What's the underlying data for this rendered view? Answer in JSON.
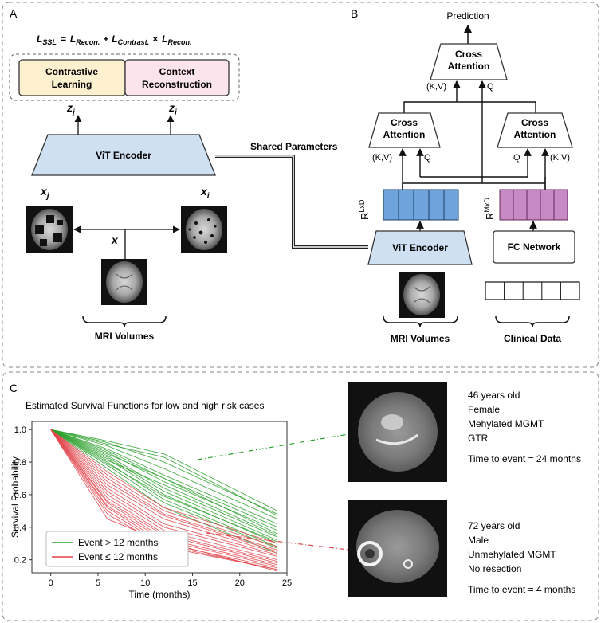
{
  "panels": {
    "a": "A",
    "b": "B",
    "c": "C"
  },
  "panel_a": {
    "loss": {
      "lhs": "L",
      "lhs_sub": "SSL",
      "eq": "=",
      "t1": "L",
      "t1_sub": "Recon.",
      "plus": "+",
      "t2": "L",
      "t2_sub": "Contrast.",
      "times": "×",
      "t3": "L",
      "t3_sub": "Recon."
    },
    "contrastive_label_1": "Contrastive",
    "contrastive_label_2": "Learning",
    "context_label_1": "Context",
    "context_label_2": "Reconstruction",
    "zj": "z",
    "zj_sub": "j",
    "zi": "z",
    "zi_sub": "i",
    "vit_encoder": "ViT Encoder",
    "xj": "x",
    "xj_sub": "j",
    "xi": "x",
    "xi_sub": "i",
    "x": "x",
    "mri_volumes": "MRI Volumes"
  },
  "shared_parameters": "Shared Parameters",
  "panel_b": {
    "prediction": "Prediction",
    "top_cross_1": "Cross",
    "top_cross_2": "Attention",
    "top_kv": "(K,V)",
    "top_q": "Q",
    "left_cross_1": "Cross",
    "left_cross_2": "Attention",
    "left_kv": "(K,V)",
    "left_q": "Q",
    "right_cross_1": "Cross",
    "right_cross_2": "Attention",
    "right_q": "Q",
    "right_kv": "(K,V)",
    "r_left": "R",
    "r_left_sup": "LxD",
    "r_right": "R",
    "r_right_sup": "MxD",
    "vit_encoder": "ViT Encoder",
    "fc_network": "FC Network",
    "mri_volumes": "MRI Volumes",
    "clinical_data": "Clinical Data"
  },
  "colors": {
    "cream": "#fdf0cf",
    "pink": "#fbe4ec",
    "vit": "#cfe0f3",
    "blue_cells": "#6fa3dc",
    "purple_cells": "#c78ac4",
    "green": "#2ca02c",
    "red": "#e0474c"
  },
  "cases": [
    {
      "age": "46 years old",
      "sex": "Female",
      "mgmt": "Mehylated MGMT",
      "surgery": "GTR",
      "time": "Time to event = 24 months"
    },
    {
      "age": "72 years old",
      "sex": "Male",
      "mgmt": "Unmehylated MGMT",
      "surgery": "No resection",
      "time": "Time to event = 4 months"
    }
  ],
  "chart_data": {
    "type": "line",
    "title": "Estimated Survival Functions for low and high risk cases",
    "xlabel": "Time (months)",
    "ylabel": "Survival Probability",
    "xlim": [
      -2,
      25
    ],
    "ylim": [
      0.12,
      1.05
    ],
    "xticks": [
      "0",
      "5",
      "10",
      "15",
      "20",
      "25"
    ],
    "yticks": [
      "0.2",
      "0.4",
      "0.6",
      "0.8",
      "1.0"
    ],
    "legend": [
      "Event > 12 months",
      "Event ≤ 12 months"
    ],
    "legend_position": "lower-left",
    "x": [
      0,
      6,
      12,
      24
    ],
    "series_groups": {
      "event_gt_12": [
        [
          1.0,
          0.93,
          0.85,
          0.5
        ],
        [
          1.0,
          0.92,
          0.8,
          0.48
        ],
        [
          1.0,
          0.9,
          0.76,
          0.45
        ],
        [
          1.0,
          0.91,
          0.83,
          0.47
        ],
        [
          1.0,
          0.88,
          0.72,
          0.42
        ],
        [
          1.0,
          0.87,
          0.7,
          0.4
        ],
        [
          1.0,
          0.86,
          0.68,
          0.38
        ],
        [
          1.0,
          0.85,
          0.7,
          0.36
        ],
        [
          1.0,
          0.84,
          0.64,
          0.34
        ],
        [
          1.0,
          0.83,
          0.62,
          0.32
        ],
        [
          1.0,
          0.82,
          0.6,
          0.3
        ],
        [
          1.0,
          0.8,
          0.57,
          0.28
        ],
        [
          1.0,
          0.78,
          0.55,
          0.27
        ],
        [
          1.0,
          0.76,
          0.52,
          0.24
        ],
        [
          1.0,
          0.81,
          0.66,
          0.35
        ],
        [
          1.0,
          0.79,
          0.59,
          0.31
        ]
      ],
      "event_le_12": [
        [
          1.0,
          0.72,
          0.5,
          0.28
        ],
        [
          1.0,
          0.7,
          0.48,
          0.26
        ],
        [
          1.0,
          0.66,
          0.45,
          0.24
        ],
        [
          1.0,
          0.64,
          0.42,
          0.23
        ],
        [
          1.0,
          0.62,
          0.4,
          0.22
        ],
        [
          1.0,
          0.6,
          0.38,
          0.2
        ],
        [
          1.0,
          0.58,
          0.36,
          0.19
        ],
        [
          1.0,
          0.56,
          0.35,
          0.18
        ],
        [
          1.0,
          0.55,
          0.33,
          0.17
        ],
        [
          1.0,
          0.53,
          0.32,
          0.16
        ],
        [
          1.0,
          0.52,
          0.3,
          0.15
        ],
        [
          1.0,
          0.5,
          0.29,
          0.14
        ],
        [
          1.0,
          0.48,
          0.28,
          0.14
        ],
        [
          1.0,
          0.68,
          0.47,
          0.25
        ],
        [
          1.0,
          0.74,
          0.52,
          0.3
        ],
        [
          1.0,
          0.45,
          0.31,
          0.13
        ]
      ]
    }
  }
}
